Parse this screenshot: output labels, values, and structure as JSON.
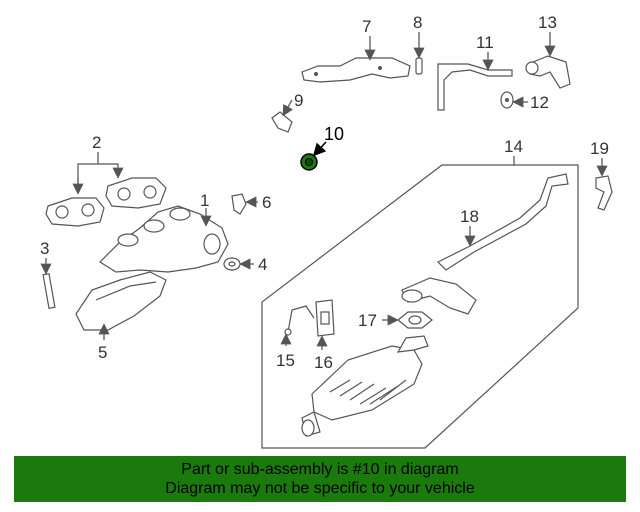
{
  "diagram": {
    "highlighted_part": "10",
    "highlight_color": "#1a7a0b",
    "callouts": {
      "c1": "1",
      "c2": "2",
      "c3": "3",
      "c4": "4",
      "c5": "5",
      "c6": "6",
      "c7": "7",
      "c8": "8",
      "c9": "9",
      "c10": "10",
      "c11": "11",
      "c12": "12",
      "c13": "13",
      "c14": "14",
      "c15": "15",
      "c16": "16",
      "c17": "17",
      "c18": "18",
      "c19": "19"
    }
  },
  "banner": {
    "line1": "Part or sub-assembly is #10 in diagram",
    "line2": "Diagram may not be specific to your vehicle",
    "background": "#1a7a0b"
  }
}
